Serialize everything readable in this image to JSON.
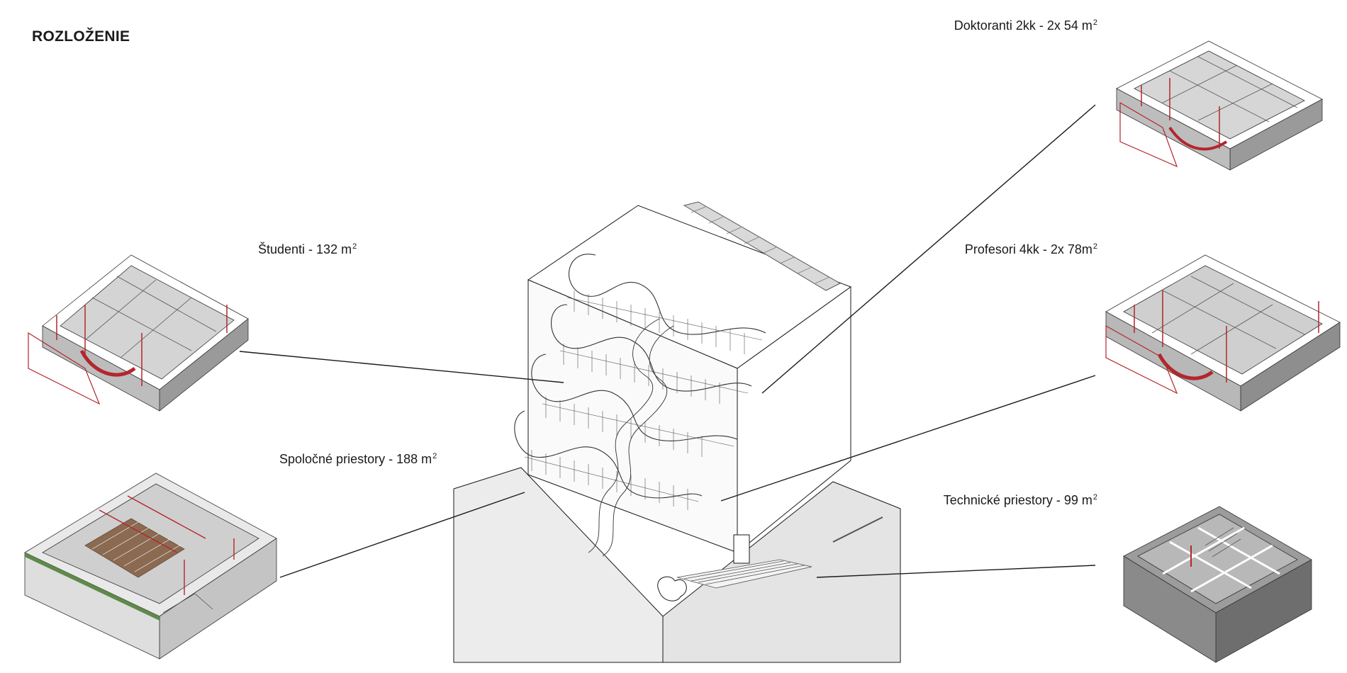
{
  "title": "ROZLOŽENIE",
  "labels": {
    "doktoranti": "Doktoranti 2kk - 2x 54 m",
    "studenti": "Študenti - 132 m",
    "profesori": "Profesori 4kk - 2x 78m",
    "spolocne": "Spoločné priestory - 188 m",
    "technicke": "Technické priestory - 99 m"
  },
  "unit_sup": "2",
  "colors": {
    "accent_red": "#b3262c",
    "grey_light": "#e6e6e6",
    "grey_mid": "#a8a8a8",
    "grey_dark": "#7a7a7a",
    "line": "#1a1a1a",
    "green": "#5e8a4a"
  }
}
